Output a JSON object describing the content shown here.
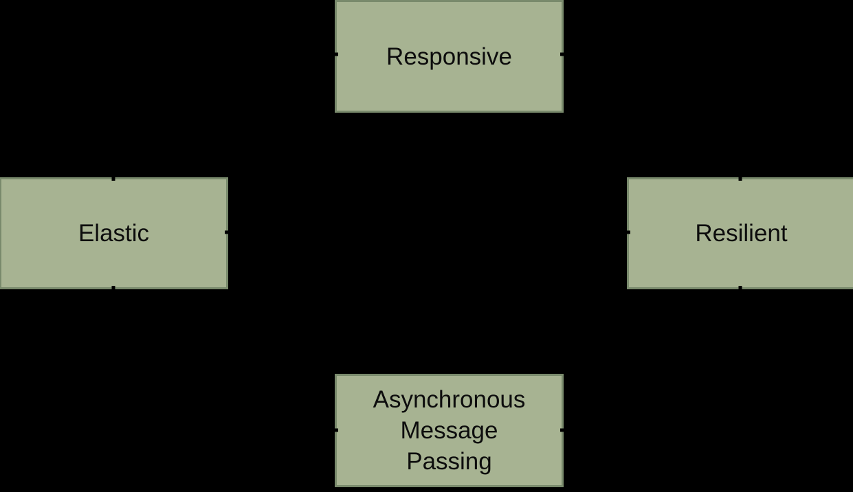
{
  "diagram": {
    "nodes": {
      "responsive": {
        "id": "responsive",
        "label": "Responsive"
      },
      "elastic": {
        "id": "elastic",
        "label": "Elastic"
      },
      "resilient": {
        "id": "resilient",
        "label": "Resilient"
      },
      "message_passing": {
        "id": "message-passing",
        "label": "Asynchronous\nMessage\nPassing"
      }
    },
    "edges": [
      {
        "from": "responsive-left-side",
        "to": "elastic-top-side",
        "style": "elbow"
      },
      {
        "from": "responsive-right-side",
        "to": "resilient-top-side",
        "style": "elbow"
      },
      {
        "from": "message-passing-left-side",
        "to": "elastic-bottom-side",
        "style": "elbow"
      },
      {
        "from": "message-passing-right-side",
        "to": "resilient-bottom-side",
        "style": "elbow"
      },
      {
        "from": "elastic-right-side",
        "to": "resilient-left-side",
        "style": "straight"
      }
    ],
    "note": "Connector lines are black on a black background; only small stub notches are visible where they cross the box borders."
  },
  "colors": {
    "bg": "#000000",
    "node-fill": "#a7b392",
    "node-border": "#798a6c",
    "text": "#0d0d0d",
    "connector": "#000000"
  }
}
